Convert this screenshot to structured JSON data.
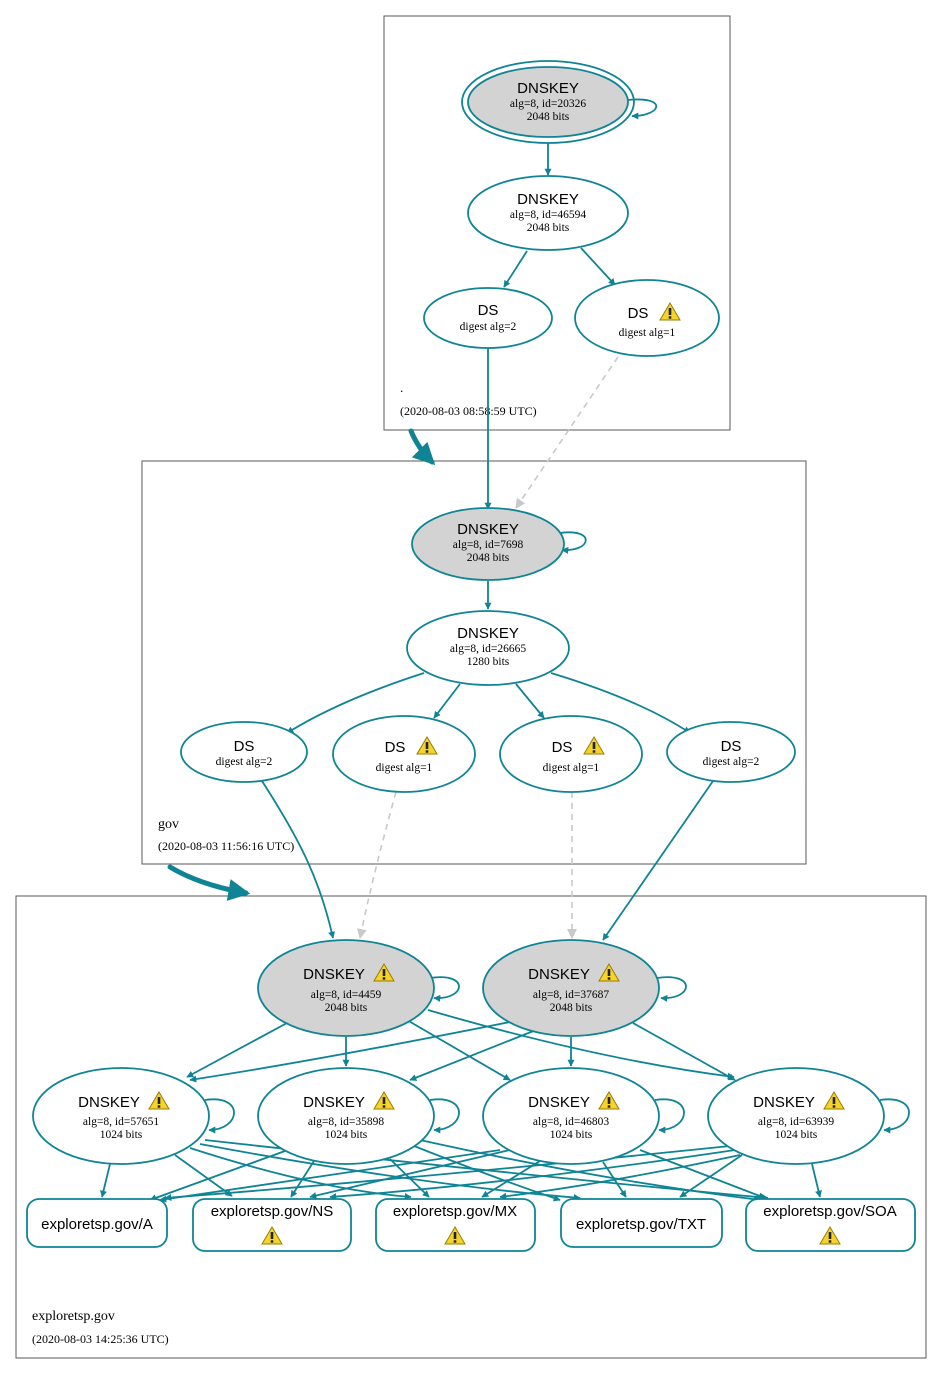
{
  "colors": {
    "edge": "#0f8494",
    "dashed_edge": "#c9c9c9",
    "ksk_fill": "#d3d3d3",
    "zsk_fill": "#ffffff",
    "warning_fill": "#f5d32b",
    "zone_border": "#5a5a5a"
  },
  "icons": {
    "warning": "warning-triangle-icon"
  },
  "zones": {
    "root": {
      "name": ".",
      "timestamp": "(2020-08-03 08:58:59 UTC)"
    },
    "gov": {
      "name": "gov",
      "timestamp": "(2020-08-03 11:56:16 UTC)"
    },
    "exploretsp": {
      "name": "exploretsp.gov",
      "timestamp": "(2020-08-03 14:25:36 UTC)"
    }
  },
  "nodes": {
    "root_ksk": {
      "title": "DNSKEY",
      "line1": "alg=8, id=20326",
      "line2": "2048 bits",
      "warning": false
    },
    "root_zsk": {
      "title": "DNSKEY",
      "line1": "alg=8, id=46594",
      "line2": "2048 bits",
      "warning": false
    },
    "root_ds2": {
      "title": "DS",
      "line1": "digest alg=2",
      "warning": false
    },
    "root_ds1": {
      "title": "DS",
      "line1": "digest alg=1",
      "warning": true
    },
    "gov_ksk": {
      "title": "DNSKEY",
      "line1": "alg=8, id=7698",
      "line2": "2048 bits",
      "warning": false
    },
    "gov_zsk": {
      "title": "DNSKEY",
      "line1": "alg=8, id=26665",
      "line2": "1280 bits",
      "warning": false
    },
    "gov_ds_a": {
      "title": "DS",
      "line1": "digest alg=2",
      "warning": false
    },
    "gov_ds_b": {
      "title": "DS",
      "line1": "digest alg=1",
      "warning": true
    },
    "gov_ds_c": {
      "title": "DS",
      "line1": "digest alg=1",
      "warning": true
    },
    "gov_ds_d": {
      "title": "DS",
      "line1": "digest alg=2",
      "warning": false
    },
    "ex_ksk1": {
      "title": "DNSKEY",
      "line1": "alg=8, id=4459",
      "line2": "2048 bits",
      "warning": true
    },
    "ex_ksk2": {
      "title": "DNSKEY",
      "line1": "alg=8, id=37687",
      "line2": "2048 bits",
      "warning": true
    },
    "ex_zsk1": {
      "title": "DNSKEY",
      "line1": "alg=8, id=57651",
      "line2": "1024 bits",
      "warning": true
    },
    "ex_zsk2": {
      "title": "DNSKEY",
      "line1": "alg=8, id=35898",
      "line2": "1024 bits",
      "warning": true
    },
    "ex_zsk3": {
      "title": "DNSKEY",
      "line1": "alg=8, id=46803",
      "line2": "1024 bits",
      "warning": true
    },
    "ex_zsk4": {
      "title": "DNSKEY",
      "line1": "alg=8, id=63939",
      "line2": "1024 bits",
      "warning": true
    },
    "rr_a": {
      "title": "exploretsp.gov/A",
      "warning": false
    },
    "rr_ns": {
      "title": "exploretsp.gov/NS",
      "warning": true
    },
    "rr_mx": {
      "title": "exploretsp.gov/MX",
      "warning": true
    },
    "rr_txt": {
      "title": "exploretsp.gov/TXT",
      "warning": false
    },
    "rr_soa": {
      "title": "exploretsp.gov/SOA",
      "warning": true
    }
  }
}
